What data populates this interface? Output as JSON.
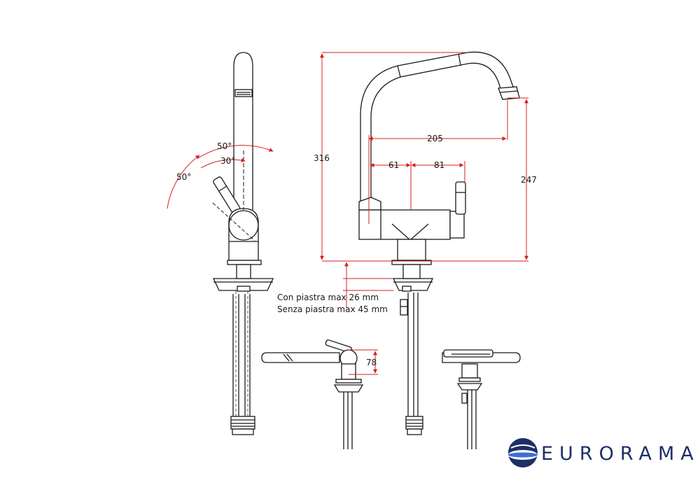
{
  "dimensions": {
    "height_total": "316",
    "height_spout": "247",
    "reach_spout": "205",
    "offset_left": "61",
    "offset_right": "81",
    "handle_height": "78",
    "angle_top": "50°",
    "angle_left": "50°",
    "angle_inner": "30°"
  },
  "notes": {
    "with_plate": "Con piastra max 26 mm",
    "without_plate": "Senza piastra max 45 mm"
  },
  "brand": {
    "name": "EURORAMA",
    "color": "#1c2f66",
    "icon": "globe-logo-icon"
  },
  "colors": {
    "line": "#1a1a1a",
    "dimension": "#d42020"
  }
}
